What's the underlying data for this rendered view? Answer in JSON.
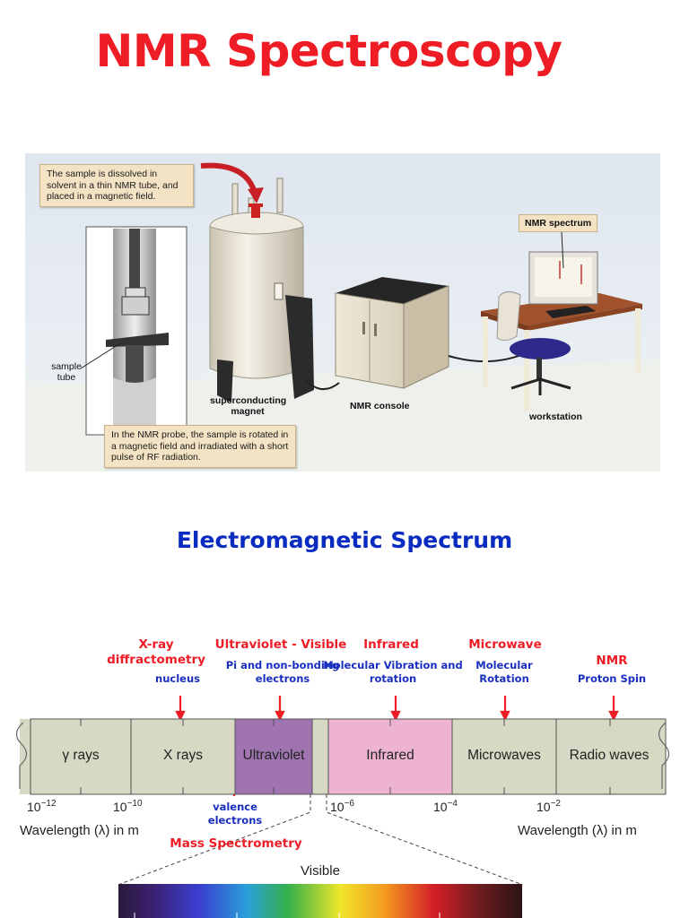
{
  "title": "NMR Spectroscopy",
  "nmr_figure": {
    "callout_top": "The sample is dissolved in solvent in a thin NMR tube, and placed in a magnetic field.",
    "callout_bottom": "In the NMR probe, the sample is rotated in a magnetic field and irradiated with a short pulse of RF radiation.",
    "sample_tube_label": "sample tube",
    "magnet_label": "superconducting magnet",
    "console_label": "NMR console",
    "spectrum_label": "NMR spectrum",
    "workstation_label": "workstation"
  },
  "spectrum_section": {
    "title": "Electromagnetic Spectrum",
    "techniques": [
      {
        "name": "X-ray diffractometry",
        "detail": "nucleus"
      },
      {
        "name": "Ultraviolet - Visible",
        "detail": "Pi and non-bonding electrons"
      },
      {
        "name": "Infrared",
        "detail": "Molecular Vibration and rotation"
      },
      {
        "name": "Microwave",
        "detail": "Molecular Rotation"
      },
      {
        "name": "NMR",
        "detail": "Proton Spin"
      }
    ],
    "bands": [
      {
        "label": "γ rays",
        "color": "#d8d9c4"
      },
      {
        "label": "X rays",
        "color": "#d8d9c4"
      },
      {
        "label": "Ultraviolet",
        "color": "#9f74b1"
      },
      {
        "label": "",
        "color": "#d8d9c4"
      },
      {
        "label": "Infrared",
        "color": "#efb3d2"
      },
      {
        "label": "Microwaves",
        "color": "#d8d9c4"
      },
      {
        "label": "Radio waves",
        "color": "#d8d9c4"
      }
    ],
    "ticks": [
      "10",
      "10",
      "10",
      "10",
      "10"
    ],
    "tick_exponents": [
      "−12",
      "−10",
      "−6",
      "−4",
      "−2"
    ],
    "axis_caption_left": "Wavelength (λ) in m",
    "axis_caption_right": "Wavelength (λ) in m",
    "valence_label": "valence electrons",
    "mass_spec_label": "Mass Spectrometry",
    "visible_label": "Visible"
  },
  "colors": {
    "title_red": "#ee1c25",
    "heading_blue": "#0a2bbf",
    "detail_blue": "#1a2fbf",
    "band_gray": "#d8d9c4",
    "uv_purple": "#9f74b1",
    "ir_pink": "#efb3d2"
  }
}
